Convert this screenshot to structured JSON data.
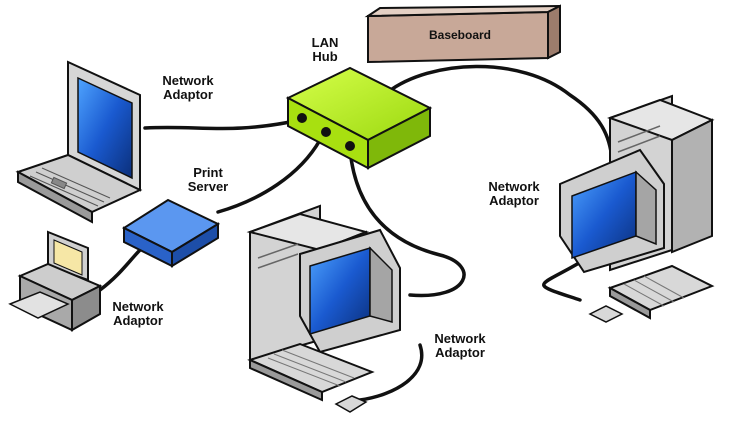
{
  "labels": {
    "baseboard": "Baseboard",
    "lan_hub": [
      "LAN",
      "Hub"
    ],
    "laptop_adaptor": [
      "Network",
      "Adaptor"
    ],
    "print_server": [
      "Print",
      "Server"
    ],
    "printer_adaptor": [
      "Network",
      "Adaptor"
    ],
    "center_pc_adaptor": [
      "Network",
      "Adaptor"
    ],
    "right_pc_adaptor": [
      "Network",
      "Adaptor"
    ]
  },
  "colors": {
    "hub": "#b6f01e",
    "print_server": "#3a78e6",
    "screen": "#1a5ad0",
    "device_body": "#d9d9d9",
    "baseboard": "#c8a898",
    "cable": "#111111"
  }
}
